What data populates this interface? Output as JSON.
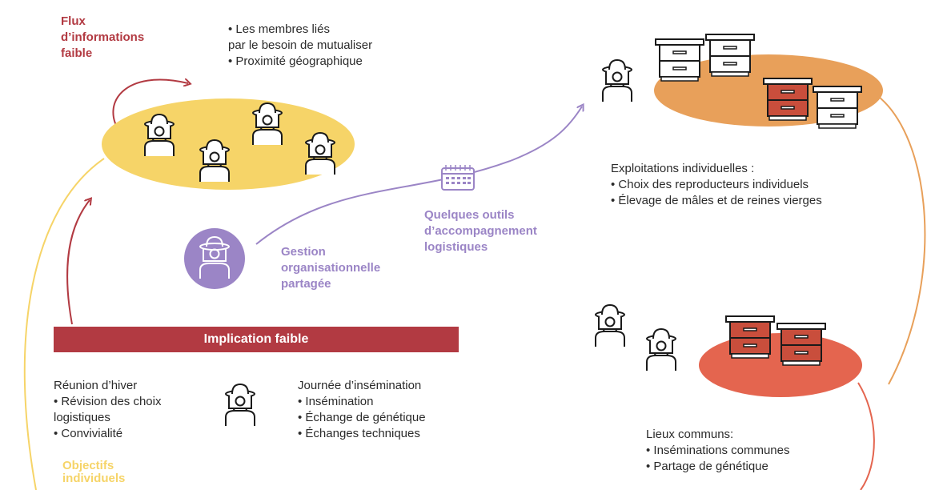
{
  "flux_label": [
    "Flux",
    "d’informations",
    "faible"
  ],
  "members_text": [
    "• Les membres liés",
    "par le besoin de mutualiser",
    "• Proximité géographique"
  ],
  "tools_label": [
    "Quelques outils",
    "d’accompagnement",
    "logistiques"
  ],
  "gestion_label": [
    "Gestion",
    "organisationnelle",
    "partagée"
  ],
  "implication_banner": "Implication faible",
  "reunion_text": [
    "Réunion d’hiver",
    "• Révision des choix",
    "logistiques",
    "• Convivialité"
  ],
  "journee_text": [
    "Journée d’insémination",
    "• Insémination",
    "• Échange de génétique",
    "• Échanges techniques"
  ],
  "objectifs_label": [
    "Objectifs",
    "individuels"
  ],
  "exploitations_text": [
    "Exploitations individuelles :",
    "• Choix des reproducteurs individuels",
    "• Élevage de mâles et de reines vierges"
  ],
  "lieux_text": [
    "Lieux communs:",
    "• Inséminations communes",
    "• Partage de génétique"
  ],
  "colors": {
    "dark_red": "#b23a42",
    "yellow": "#f6d468",
    "purple": "#9b85c6",
    "orange": "#e8a05a",
    "red_orange": "#e4654f",
    "hive_brown": "#c94e3c"
  },
  "icons": [
    "beekeeper-icon",
    "beehive-icon",
    "calendar-icon",
    "curved-arrow-icon"
  ]
}
